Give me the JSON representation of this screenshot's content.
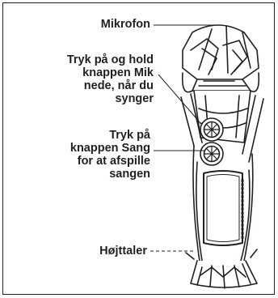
{
  "labels": {
    "microphone": "Mikrofon",
    "hold_mic_button": "Tryk på og hold\nknappen Mik\nnede, når du\nsynger",
    "song_button": "Tryk på\nknappen Sang\nfor at afspille\nsangen",
    "speaker": "Højttaler"
  },
  "colors": {
    "ink": "#231f20",
    "background": "#ffffff"
  }
}
